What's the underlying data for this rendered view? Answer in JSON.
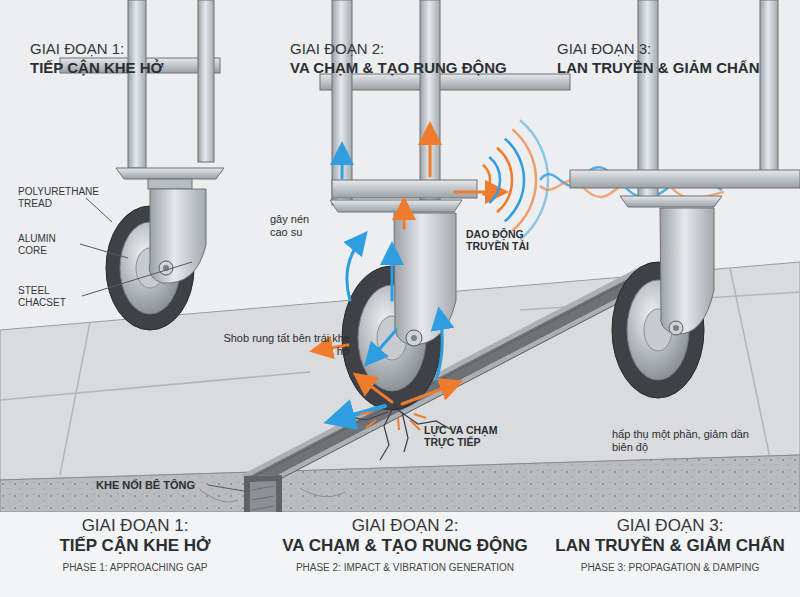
{
  "diagram": {
    "labels": [
      "GIAI ĐOẠN 1:",
      "TIẾP CẬN KHE HỞ",
      "GIAI ĐOẠN 2:",
      "VA CHẠM & TẠO RUNG ĐỘNG",
      "GIAI ĐOẠN 3:",
      "LAN TRUYỀN & GIẢM CHẤN",
      "POLYURETHANE TREAD",
      "ALUMIN CORE",
      "STEEL CHACSET",
      "gây nén cao su",
      "DAO ĐỘNG TRUYỀN TẢI",
      "Shob rung tất bên trái khe hở",
      "LỰC VA CHẠM TRỰC TIẾP",
      "hấp thụ một phần, giảm dần biên độ",
      "KHE NỐI BÊ TÔNG",
      "GIAI ĐOẠN 1:",
      "TIẾP CẬN KHE HỞ",
      "PHASE 1: APPROACHING GAP",
      "GIAI ĐOẠN 2:",
      "VA CHẠM & TẠO RUNG ĐỘNG",
      "PHASE 2: IMPACT & VIBRATION GENERATION",
      "GIAI ĐOẠN 3:",
      "LAN TRUYỀN & GIẢM CHẤN",
      "PHASE 3: PROPAGATION & DAMPING"
    ]
  }
}
